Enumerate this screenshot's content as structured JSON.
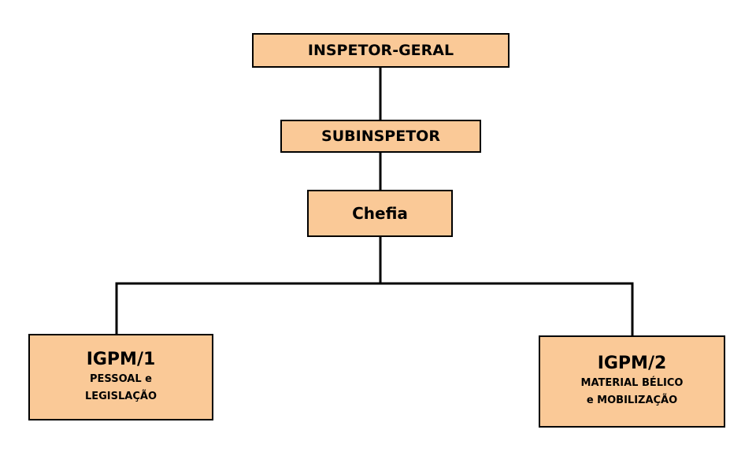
{
  "org_chart": {
    "top": {
      "title": "INSPETOR-GERAL"
    },
    "deputy": {
      "title": "SUBINSPETOR"
    },
    "office": {
      "title": "Chefia"
    },
    "divisions": [
      {
        "title": "IGPM/1",
        "lines": [
          "PESSOAL e",
          "LEGISLAÇÃO"
        ]
      },
      {
        "title": "IGPM/2",
        "lines": [
          "MATERIAL BÉLICO",
          "e MOBILIZAÇÃO"
        ]
      }
    ]
  },
  "colors": {
    "box_fill": "#fac997",
    "border": "#000000",
    "line": "#000000",
    "background": "#ffffff"
  }
}
